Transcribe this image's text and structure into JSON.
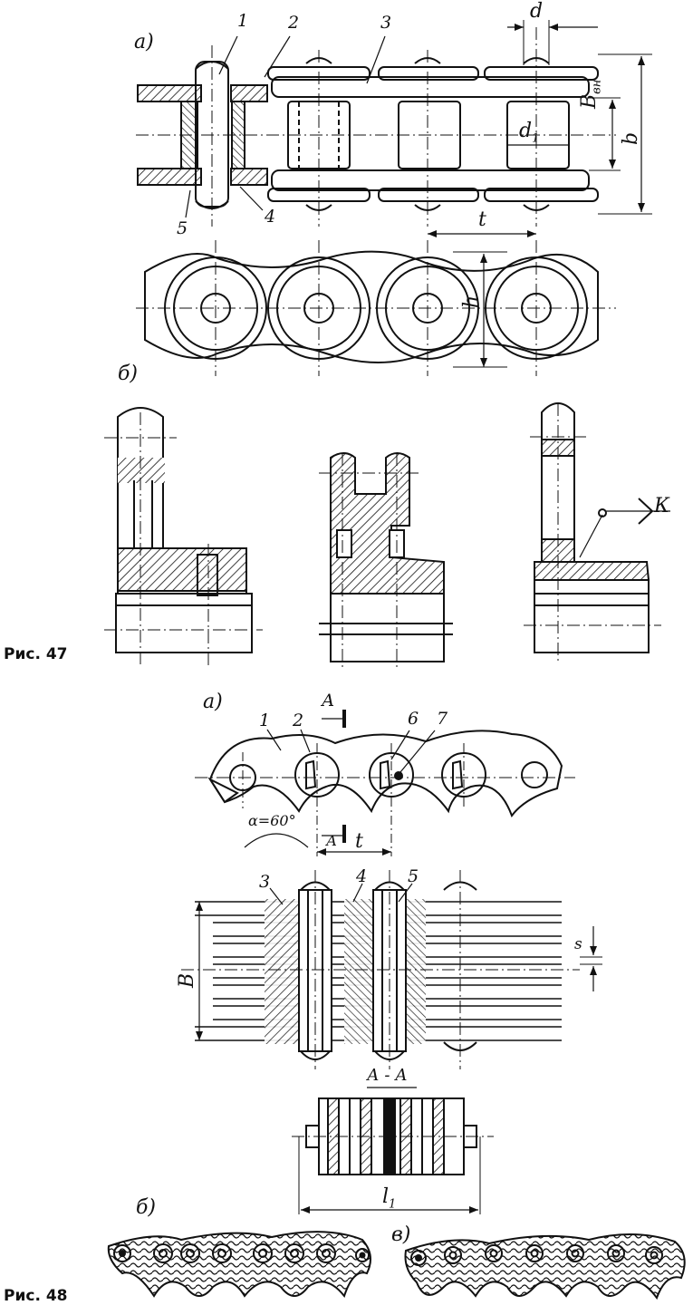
{
  "fig47": {
    "caption": "Рис. 47",
    "part_a": "а)",
    "part_b": "б)",
    "callouts": [
      "1",
      "2",
      "3",
      "4",
      "5"
    ],
    "dims": {
      "d": "d",
      "d1": "d",
      "d1_sub": "1",
      "Bvn": "B",
      "Bvn_sub": "вн",
      "b": "b",
      "t": "t",
      "h": "h"
    },
    "weld_mark": "К"
  },
  "fig48": {
    "caption": "Рис. 48",
    "part_a": "а)",
    "part_b": "б)",
    "part_v": "в)",
    "section_mark": "А",
    "callouts_top": [
      "1",
      "2",
      "6",
      "7"
    ],
    "angle": "α=60°",
    "pitch": "t",
    "callouts_mid": [
      "3",
      "4",
      "5"
    ],
    "width_dim": "В",
    "plate_dim": "s",
    "section_title": "А - А",
    "length_dim": "l",
    "length_sub": "1"
  }
}
